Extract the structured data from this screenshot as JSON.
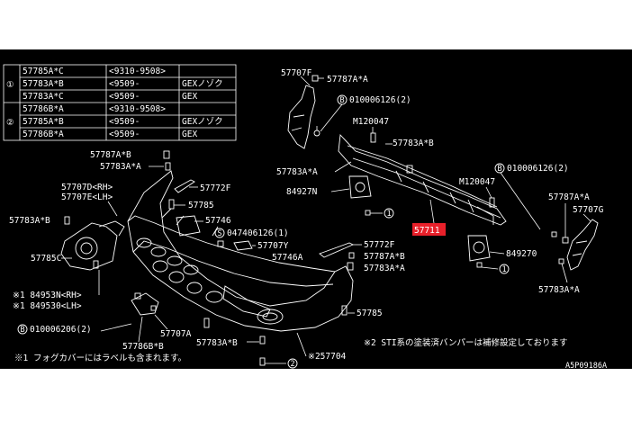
{
  "table": {
    "rows": [
      {
        "marker": "①",
        "part": "57785A*C",
        "code": "<9310-9508>",
        "note": ""
      },
      {
        "marker": "",
        "part": "57783A*B",
        "code": "<9509-",
        "note": "GEXノゾク"
      },
      {
        "marker": "",
        "part": "57783A*C",
        "code": "<9509-",
        "note": "GEX"
      },
      {
        "marker": "②",
        "part": "57786B*A",
        "code": "<9310-9508>",
        "note": ""
      },
      {
        "marker": "",
        "part": "57785A*B",
        "code": "<9509-",
        "note": "GEXノゾク"
      },
      {
        "marker": "",
        "part": "57786B*A",
        "code": "<9509-",
        "note": "GEX"
      }
    ]
  },
  "labels": {
    "p57707F": "57707F",
    "p57787AxA_top": "57787A*A",
    "b010006126_top": "010006126(2)",
    "m120047_top": "M120047",
    "p57783AxB_mid": "57783A*B",
    "p57783AxA_mid": "57783A*A",
    "p84927N": "84927N",
    "b010006126_right": "010006126(2)",
    "m120047_right": "M120047",
    "p57787AxA_right": "57787A*A",
    "p57707G": "57707G",
    "p57711": "57711",
    "p849270": "849270",
    "p57783AxA_right": "57783A*A",
    "p57787AxB_left": "57787A*B",
    "p57783AxA_left": "57783A*A",
    "p57772F_top": "57772F",
    "p57707D": "57707D<RH>",
    "p57707E": "57707E<LH>",
    "p57785": "57785",
    "p57783AxB_far": "57783A*B",
    "p57746": "57746",
    "s047406126": "047406126(1)",
    "p57707Y": "57707Y",
    "p57746A": "57746A",
    "p57772F_mid": "57772F",
    "p57787AxB_mid": "57787A*B",
    "p57783AxA_low": "57783A*A",
    "p57785C": "57785C",
    "p84953N": "※1 84953N<RH>",
    "p849530": "※1 849530<LH>",
    "b010006206": "010006206(2)",
    "p57707A": "57707A",
    "p57786BxB": "57786B*B",
    "p57783AxB_bottom": "57783A*B",
    "p57785_lower": "57785",
    "p257704": "※257704",
    "note1": "※1 フォグカバーにはラベルも含まれます。",
    "note2": "※2 STI系の塗装済バンパーは補修設定しております",
    "ref_code": "A5P09186A"
  }
}
